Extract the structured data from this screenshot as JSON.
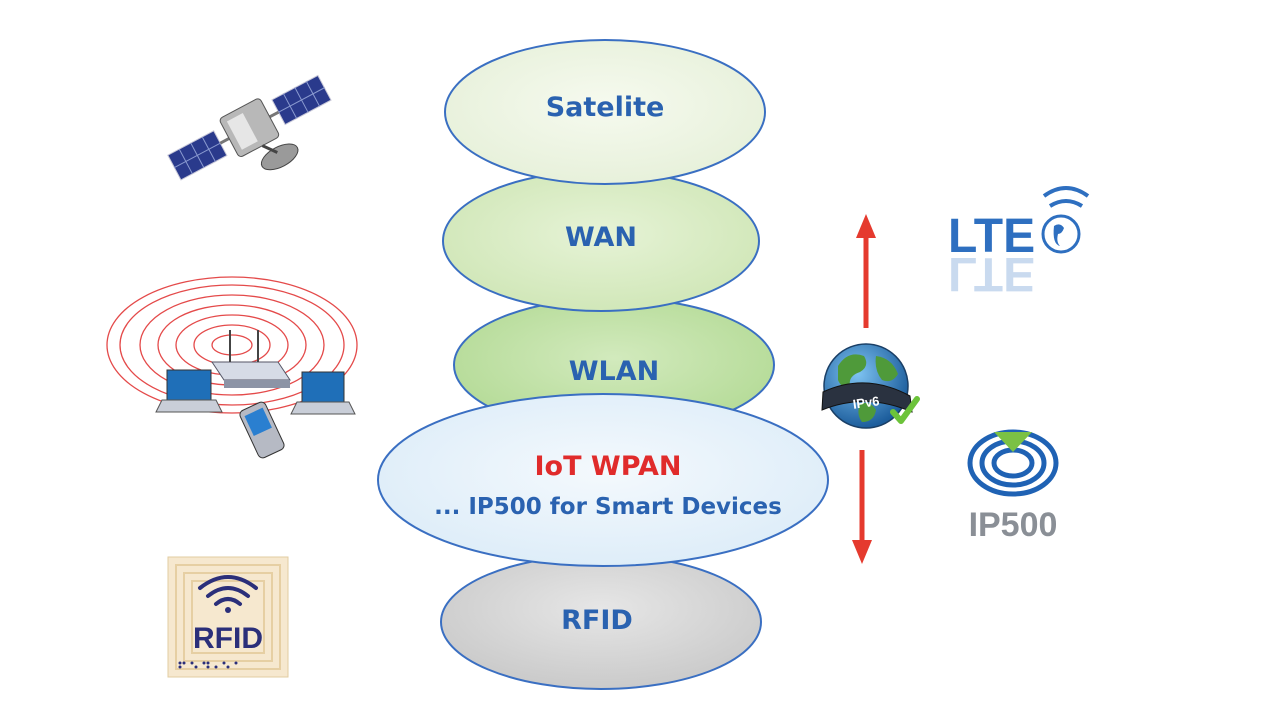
{
  "stack_layers": [
    {
      "id": "satelite",
      "label": "Satelite"
    },
    {
      "id": "wan",
      "label": "WAN"
    },
    {
      "id": "wlan",
      "label": "WLAN"
    },
    {
      "id": "iot",
      "label": "IoT WPAN",
      "sublabel": "... IP500 for Smart Devices"
    },
    {
      "id": "rfid",
      "label": "RFID"
    }
  ],
  "icons": {
    "satellite": "satellite-icon",
    "wireless_network": "wireless-network-icon",
    "rfid": "rfid-tag-icon",
    "lte": "lte-logo",
    "ipv6": "ipv6-globe-icon",
    "ip500": "ip500-logo"
  },
  "logos": {
    "lte_text": "LTE",
    "ipv6_text": "IPv6",
    "ip500_text": "IP500",
    "rfid_text": "RFID"
  },
  "colors": {
    "outline": "#3a6fc2",
    "label_blue": "#2a62b0",
    "label_red": "#e02b2b",
    "arrow_red": "#e53a2e",
    "satelite_fill": "#eef5e4",
    "wan_fill": "#d8ecc4",
    "wlan_fill": "#bfe0a6",
    "iot_fill": "#e8f3fb",
    "rfid_fill": "#d9d9d9"
  }
}
